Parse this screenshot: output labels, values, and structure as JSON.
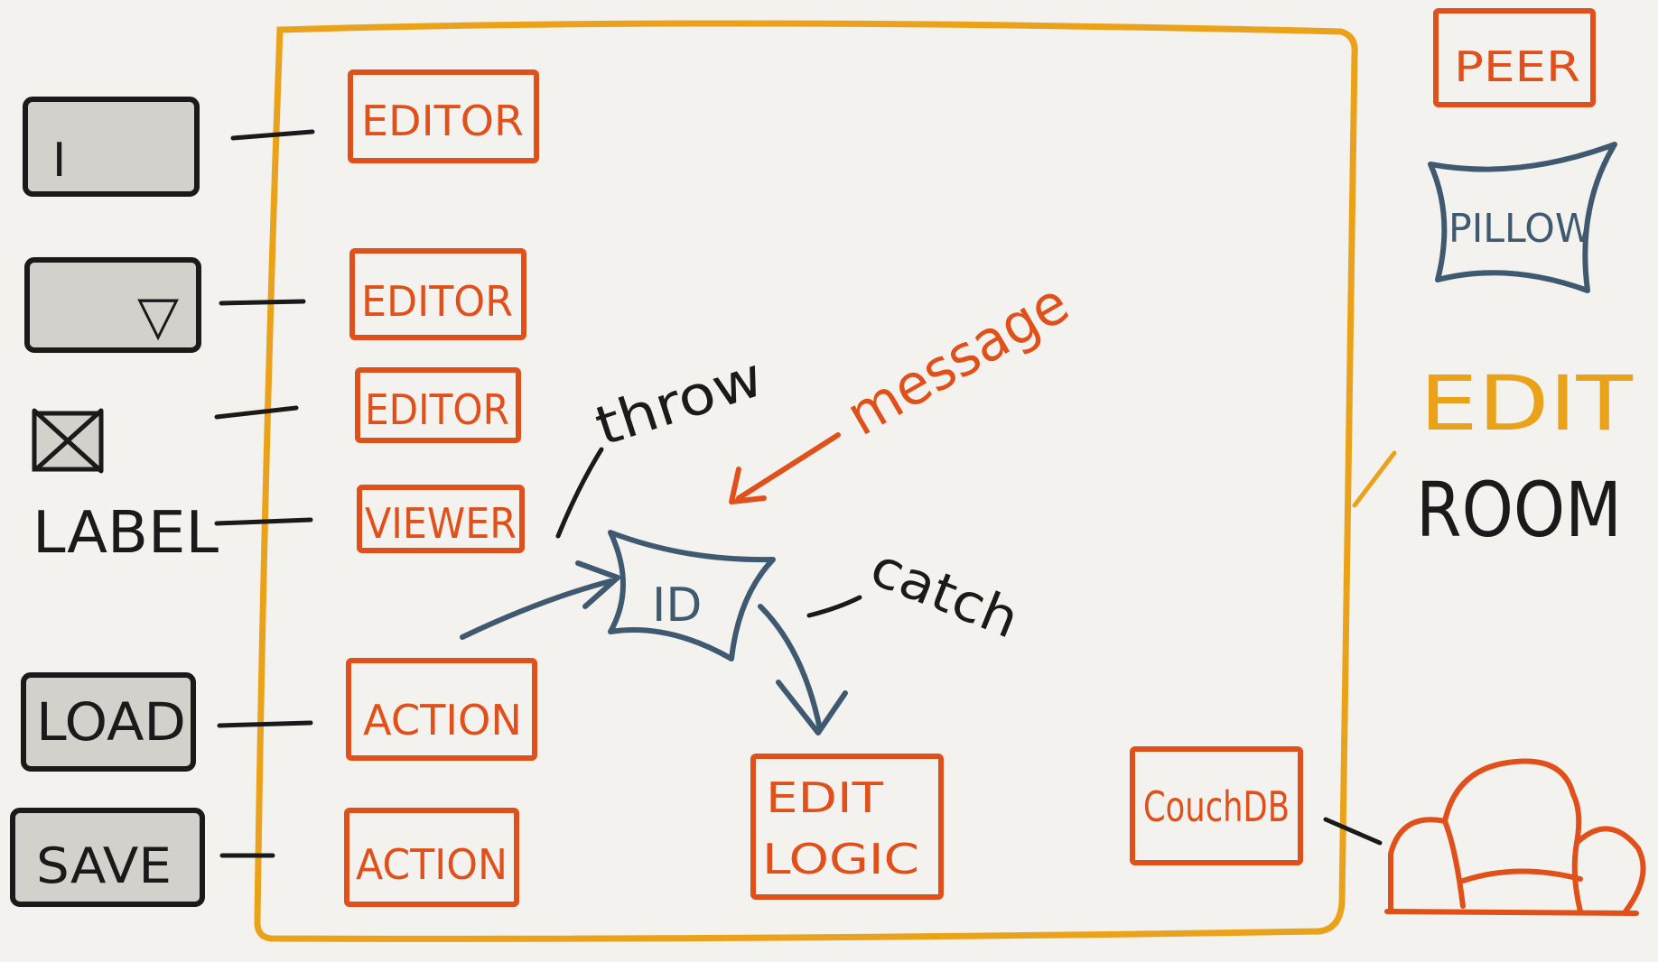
{
  "colors": {
    "background": "#f3f2ee",
    "room_border": "#eaa21a",
    "component": "#e0501a",
    "peer_blue": "#3f5a70",
    "widget_fill": "#d3d1cc",
    "ink": "#1a1a1a"
  },
  "widgets": {
    "text_field": "I",
    "dropdown_arrow": "▽",
    "checkbox": "☒",
    "label": "LABEL",
    "load_button": "LOAD",
    "save_button": "SAVE"
  },
  "components": {
    "editor_1": "EDITOR",
    "editor_2": "EDITOR",
    "editor_3": "EDITOR",
    "viewer": "VIEWER",
    "action_1": "ACTION",
    "action_2": "ACTION",
    "edit_logic_line1": "EDIT",
    "edit_logic_line2": "LOGIC",
    "couchdb": "CouchDB"
  },
  "center": {
    "id_label": "ID",
    "throw": "throw",
    "message": "message",
    "catch": "catch"
  },
  "legend": {
    "peer": "PEER",
    "pillow": "PILLOW",
    "edit": "EDIT",
    "room": "ROOM"
  },
  "icons": {
    "couch": "couch-icon"
  }
}
